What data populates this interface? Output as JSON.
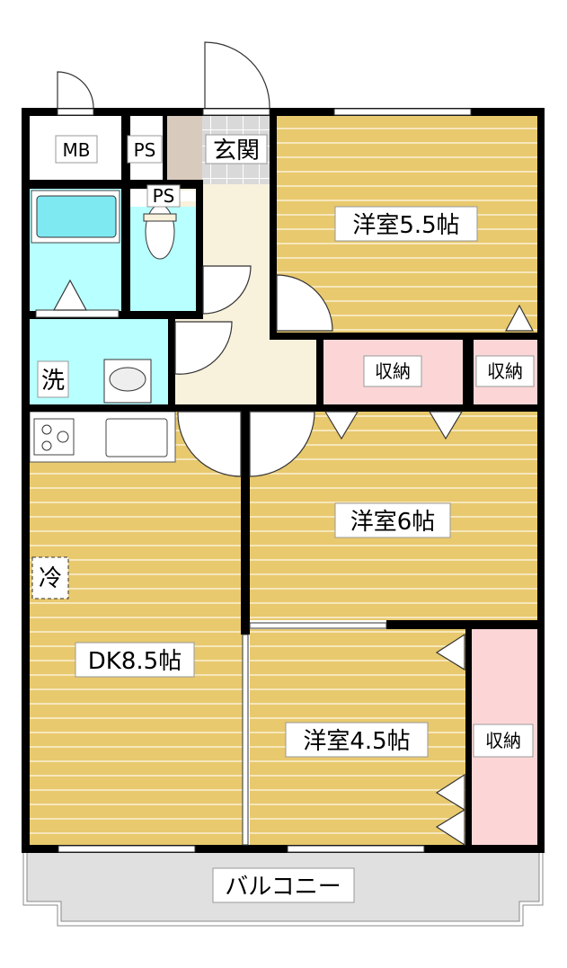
{
  "rooms": {
    "mb": "MB",
    "ps_top": "PS",
    "ps_toilet": "PS",
    "entrance": "玄関",
    "western_55": "洋室5.5帖",
    "storage_a": "収納",
    "storage_b": "収納",
    "washroom": "洗",
    "western_6": "洋室6帖",
    "fridge": "冷",
    "dk": "DK8.5帖",
    "western_45": "洋室4.5帖",
    "storage_c": "収納",
    "balcony": "バルコニー"
  },
  "colors": {
    "wood": "#e8c96e",
    "water": "#b8ffff",
    "storage": "#fcd6d6",
    "hall": "#f8f1dc",
    "balcony": "#e0e0e0",
    "wall": "#000000"
  }
}
